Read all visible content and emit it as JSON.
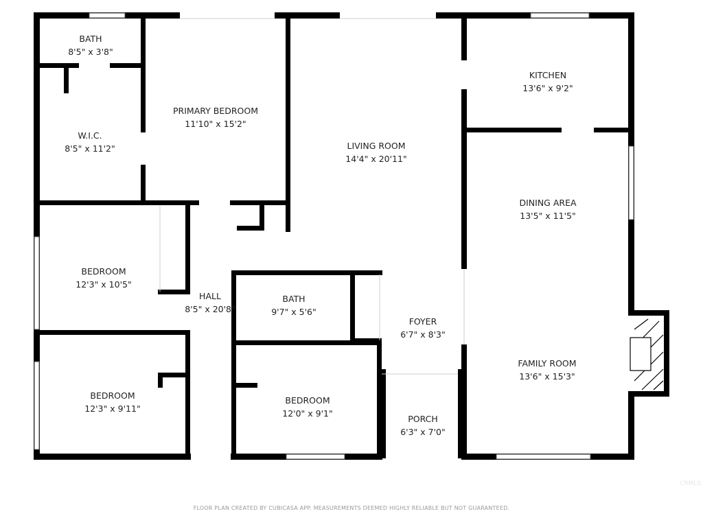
{
  "colors": {
    "wall": "#000000",
    "background": "#ffffff",
    "label": "#222222",
    "footer": "#999999"
  },
  "rooms": [
    {
      "name": "BATH",
      "size": "8'5\" x 3'8\""
    },
    {
      "name": "W.I.C.",
      "size": "8'5\" x 11'2\""
    },
    {
      "name": "PRIMARY BEDROOM",
      "size": "11'10\" x 15'2\""
    },
    {
      "name": "LIVING ROOM",
      "size": "14'4\" x 20'11\""
    },
    {
      "name": "KITCHEN",
      "size": "13'6\" x 9'2\""
    },
    {
      "name": "DINING AREA",
      "size": "13'5\" x 11'5\""
    },
    {
      "name": "BEDROOM",
      "size": "12'3\" x 10'5\""
    },
    {
      "name": "HALL",
      "size": "8'5\" x 20'8\""
    },
    {
      "name": "BATH",
      "size": "9'7\" x 5'6\""
    },
    {
      "name": "FOYER",
      "size": "6'7\" x 8'3\""
    },
    {
      "name": "FAMILY ROOM",
      "size": "13'6\" x 15'3\""
    },
    {
      "name": "BEDROOM",
      "size": "12'3\" x 9'11\""
    },
    {
      "name": "BEDROOM",
      "size": "12'0\" x 9'1\""
    },
    {
      "name": "PORCH",
      "size": "6'3\" x 7'0\""
    }
  ],
  "footer": "FLOOR PLAN CREATED BY CUBICASA APP. MEASUREMENTS DEEMED HIGHLY RELIABLE BUT NOT GUARANTEED.",
  "watermark": "CRMLS"
}
